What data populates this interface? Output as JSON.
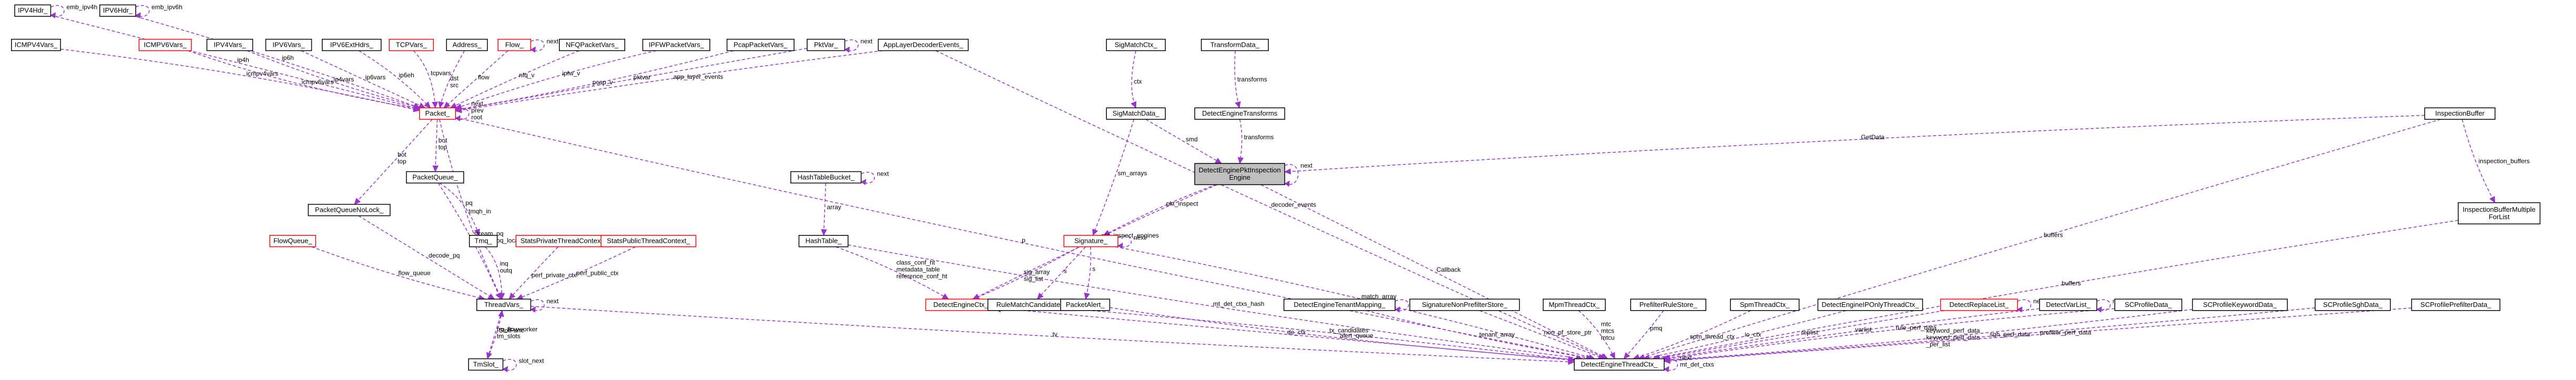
{
  "palette": {
    "border": "#000000",
    "incomplete": "#ff0000",
    "focus_fill": "#bfbfbf",
    "edge": "#9a32cd",
    "text": "#000000"
  },
  "nodes": [
    {
      "id": "ipv4hdr",
      "label": "IPV4Hdr_"
    },
    {
      "id": "ipv6hdr",
      "label": "IPV6Hdr_"
    },
    {
      "id": "icmpv4vars",
      "label": "ICMPV4Vars_"
    },
    {
      "id": "icmpv6vars",
      "label": "ICMPV6Vars_",
      "incomplete": true
    },
    {
      "id": "ipv4vars",
      "label": "IPV4Vars_"
    },
    {
      "id": "ipv6vars",
      "label": "IPV6Vars_"
    },
    {
      "id": "ipv6exthdrs",
      "label": "IPV6ExtHdrs_"
    },
    {
      "id": "tcpvars",
      "label": "TCPVars_",
      "incomplete": true
    },
    {
      "id": "address",
      "label": "Address_"
    },
    {
      "id": "flow",
      "label": "Flow_",
      "incomplete": true
    },
    {
      "id": "nfqpacketvars",
      "label": "NFQPacketVars_"
    },
    {
      "id": "ipfwpacketvars",
      "label": "IPFWPacketVars_"
    },
    {
      "id": "pcappacketvars",
      "label": "PcapPacketVars_"
    },
    {
      "id": "pktvar",
      "label": "PktVar_"
    },
    {
      "id": "applayer",
      "label": "AppLayerDecoderEvents_"
    },
    {
      "id": "sigmatchctx",
      "label": "SigMatchCtx_"
    },
    {
      "id": "transformdata",
      "label": "TransformData_"
    },
    {
      "id": "sigmatchdata",
      "label": "SigMatchData_"
    },
    {
      "id": "detecttransforms",
      "label": "DetectEngineTransforms"
    },
    {
      "id": "inspectionbuffer",
      "label": "InspectionBuffer"
    },
    {
      "id": "packet",
      "label": "Packet_",
      "incomplete": true
    },
    {
      "id": "pktinspect",
      "label": "DetectEnginePktInspection\nEngine",
      "focus": true
    },
    {
      "id": "hashtablebucket",
      "label": "HashTableBucket_"
    },
    {
      "id": "packetqueue",
      "label": "PacketQueue_"
    },
    {
      "id": "packetqueuenolock",
      "label": "PacketQueueNoLock_"
    },
    {
      "id": "tmq",
      "label": "Tmq_"
    },
    {
      "id": "statsprivate",
      "label": "StatsPrivateThreadContext_",
      "incomplete": true
    },
    {
      "id": "statspublic",
      "label": "StatsPublicThreadContext_",
      "incomplete": true
    },
    {
      "id": "ibml",
      "label": "InspectionBufferMultiple\nForList"
    },
    {
      "id": "flowqueue",
      "label": "FlowQueue_",
      "incomplete": true
    },
    {
      "id": "hashtable",
      "label": "HashTable_"
    },
    {
      "id": "signature",
      "label": "Signature_",
      "incomplete": true
    },
    {
      "id": "threadvars",
      "label": "ThreadVars_"
    },
    {
      "id": "detectenginectx",
      "label": "DetectEngineCtx_",
      "incomplete": true
    },
    {
      "id": "rulematch",
      "label": "RuleMatchCandidateTx"
    },
    {
      "id": "packetalert",
      "label": "PacketAlert_"
    },
    {
      "id": "tenantmapping",
      "label": "DetectEngineTenantMapping_"
    },
    {
      "id": "signonprefilter",
      "label": "SignatureNonPrefilterStore_"
    },
    {
      "id": "mpmthreadctx",
      "label": "MpmThreadCtx_"
    },
    {
      "id": "prefilterrulestore",
      "label": "PrefilterRuleStore_"
    },
    {
      "id": "spmthreadctx",
      "label": "SpmThreadCtx_"
    },
    {
      "id": "ipponlythreadctx",
      "label": "DetectEngineIPOnlyThreadCtx_"
    },
    {
      "id": "replacelist",
      "label": "DetectReplaceList_",
      "incomplete": true
    },
    {
      "id": "varlist",
      "label": "DetectVarList_"
    },
    {
      "id": "scprofiledata",
      "label": "SCProfileData_"
    },
    {
      "id": "scprofilekeyword",
      "label": "SCProfileKeywordData_"
    },
    {
      "id": "scprofilesgh",
      "label": "SCProfileSghData_"
    },
    {
      "id": "scprofileprefilter",
      "label": "SCProfilePrefilterData_"
    },
    {
      "id": "tmslot",
      "label": "TmSlot_"
    },
    {
      "id": "threadctx",
      "label": "DetectEngineThreadCtx_"
    }
  ],
  "edges": [
    {
      "from": "ipv4hdr",
      "to": "ipv4hdr",
      "label": "emb_ipv4h"
    },
    {
      "from": "ipv6hdr",
      "to": "ipv6hdr",
      "label": "emb_ipv6h"
    },
    {
      "from": "ipv4hdr",
      "to": "packet",
      "label": "ip4h"
    },
    {
      "from": "ipv6hdr",
      "to": "packet",
      "label": "ip6h"
    },
    {
      "from": "icmpv4vars",
      "to": "packet",
      "label": "icmpv4vars"
    },
    {
      "from": "icmpv6vars",
      "to": "packet",
      "label": "icmpv6vars"
    },
    {
      "from": "ipv4vars",
      "to": "packet",
      "label": "ip4vars"
    },
    {
      "from": "ipv6vars",
      "to": "packet",
      "label": "ip6vars"
    },
    {
      "from": "ipv6exthdrs",
      "to": "packet",
      "label": "ip6eh"
    },
    {
      "from": "tcpvars",
      "to": "packet",
      "label": "tcpvars"
    },
    {
      "from": "address",
      "to": "packet",
      "label": "dst\nsrc"
    },
    {
      "from": "flow",
      "to": "flow",
      "label": "next"
    },
    {
      "from": "flow",
      "to": "packet",
      "label": "flow"
    },
    {
      "from": "nfqpacketvars",
      "to": "packet",
      "label": "nfq_v"
    },
    {
      "from": "ipfwpacketvars",
      "to": "packet",
      "label": "ipfw_v"
    },
    {
      "from": "pcappacketvars",
      "to": "packet",
      "label": "pcap_v"
    },
    {
      "from": "pktvar",
      "to": "pktvar",
      "label": "next"
    },
    {
      "from": "pktvar",
      "to": "packet",
      "label": "pktvar"
    },
    {
      "from": "applayer",
      "to": "packet",
      "label": "app_layer_events"
    },
    {
      "from": "packet",
      "to": "packet",
      "label": "next\nprev\nroot"
    },
    {
      "from": "sigmatchctx",
      "to": "sigmatchdata",
      "label": "ctx"
    },
    {
      "from": "transformdata",
      "to": "detecttransforms",
      "label": "transforms"
    },
    {
      "from": "sigmatchdata",
      "to": "pktinspect",
      "label": "smd"
    },
    {
      "from": "detecttransforms",
      "to": "pktinspect",
      "label": "transforms"
    },
    {
      "from": "inspectionbuffer",
      "to": "pktinspect",
      "label": "GetData"
    },
    {
      "from": "pktinspect",
      "to": "pktinspect",
      "label": "next"
    },
    {
      "from": "hashtablebucket",
      "to": "hashtablebucket",
      "label": "next"
    },
    {
      "from": "packet",
      "to": "packetqueue",
      "label": "bot\ntop"
    },
    {
      "from": "packet",
      "to": "packetqueuenolock",
      "label": "bot\ntop"
    },
    {
      "from": "packetqueue",
      "to": "tmq",
      "label": "pq"
    },
    {
      "from": "packet",
      "to": "threadvars",
      "label": "tmqh_in"
    },
    {
      "from": "inspectionbuffer",
      "to": "ibml",
      "label": "inspection_buffers"
    },
    {
      "from": "hashtablebucket",
      "to": "hashtable",
      "label": "array"
    },
    {
      "from": "sigmatchdata",
      "to": "signature",
      "label": "sm_arrays"
    },
    {
      "from": "pktinspect",
      "to": "signature",
      "label": "pkt_inspect"
    },
    {
      "from": "signature",
      "to": "signature",
      "label": "next"
    },
    {
      "from": "flowqueue",
      "to": "threadvars",
      "label": "flow_queue"
    },
    {
      "from": "packetqueuenolock",
      "to": "threadvars",
      "label": "decode_pq"
    },
    {
      "from": "packetqueue",
      "to": "threadvars",
      "label": "stream_pq\nstream_pq_local"
    },
    {
      "from": "tmq",
      "to": "threadvars",
      "label": "inq\noutq"
    },
    {
      "from": "statsprivate",
      "to": "threadvars",
      "label": "perf_private_ctx"
    },
    {
      "from": "statspublic",
      "to": "threadvars",
      "label": "perf_public_ctx"
    },
    {
      "from": "threadvars",
      "to": "threadvars",
      "label": "next"
    },
    {
      "from": "hashtable",
      "to": "detectenginectx",
      "label": "class_conf_ht\nmetadata_table\nreference_conf_ht"
    },
    {
      "from": "pktinspect",
      "to": "detectenginectx",
      "label": "pkt_inspect_engines"
    },
    {
      "from": "signature",
      "to": "detectenginectx",
      "label": "sig_array\nsig_list"
    },
    {
      "from": "detectenginectx",
      "to": "detectenginectx",
      "label": "next"
    },
    {
      "from": "signature",
      "to": "rulematch",
      "label": "s"
    },
    {
      "from": "signature",
      "to": "packetalert",
      "label": "s"
    },
    {
      "from": "tenantmapping",
      "to": "tenantmapping",
      "label": "next"
    },
    {
      "from": "replacelist",
      "to": "replacelist",
      "label": "next"
    },
    {
      "from": "varlist",
      "to": "varlist",
      "label": "next"
    },
    {
      "from": "threadvars",
      "to": "tmslot",
      "label": "tm_flowworker\ntm_slots"
    },
    {
      "from": "tmslot",
      "to": "threadvars",
      "label": "SlotFunc"
    },
    {
      "from": "tmslot",
      "to": "tmslot",
      "label": "slot_next"
    },
    {
      "from": "packet",
      "to": "threadctx",
      "label": "p"
    },
    {
      "from": "applayer",
      "to": "threadctx",
      "label": "decoder_events"
    },
    {
      "from": "pktinspect",
      "to": "threadctx",
      "label": "Callback"
    },
    {
      "from": "inspectionbuffer",
      "to": "threadctx",
      "label": "buffers"
    },
    {
      "from": "ibml",
      "to": "threadctx",
      "label": "buffers"
    },
    {
      "from": "hashtable",
      "to": "threadctx",
      "label": "mt_det_ctxs_hash"
    },
    {
      "from": "threadvars",
      "to": "threadctx",
      "label": "tv"
    },
    {
      "from": "detectenginectx",
      "to": "threadctx",
      "label": "de_ctx"
    },
    {
      "from": "rulematch",
      "to": "threadctx",
      "label": "tx_candidates"
    },
    {
      "from": "signature",
      "to": "threadctx",
      "label": "match_array"
    },
    {
      "from": "packetalert",
      "to": "threadctx",
      "label": "alert_queue"
    },
    {
      "from": "tenantmapping",
      "to": "threadctx",
      "label": "tenant_array"
    },
    {
      "from": "signonprefilter",
      "to": "threadctx",
      "label": "non_pf_store_ptr"
    },
    {
      "from": "mpmthreadctx",
      "to": "threadctx",
      "label": "mtc\nmtcs\nmtcu"
    },
    {
      "from": "prefilterrulestore",
      "to": "threadctx",
      "label": "pmq"
    },
    {
      "from": "spmthreadctx",
      "to": "threadctx",
      "label": "spm_thread_ctx"
    },
    {
      "from": "ipponlythreadctx",
      "to": "threadctx",
      "label": "io_ctx"
    },
    {
      "from": "replacelist",
      "to": "threadctx",
      "label": "replist"
    },
    {
      "from": "varlist",
      "to": "threadctx",
      "label": "varlist"
    },
    {
      "from": "scprofiledata",
      "to": "threadctx",
      "label": "rule_perf_data"
    },
    {
      "from": "scprofilekeyword",
      "to": "threadctx",
      "label": "keyword_perf_data\nkeyword_perf_data\n_per_list"
    },
    {
      "from": "scprofilesgh",
      "to": "threadctx",
      "label": "sgh_perf_data"
    },
    {
      "from": "scprofileprefilter",
      "to": "threadctx",
      "label": "prefilter_perf_data"
    },
    {
      "from": "threadctx",
      "to": "threadctx",
      "label": "next\nmt_det_ctxs"
    }
  ]
}
